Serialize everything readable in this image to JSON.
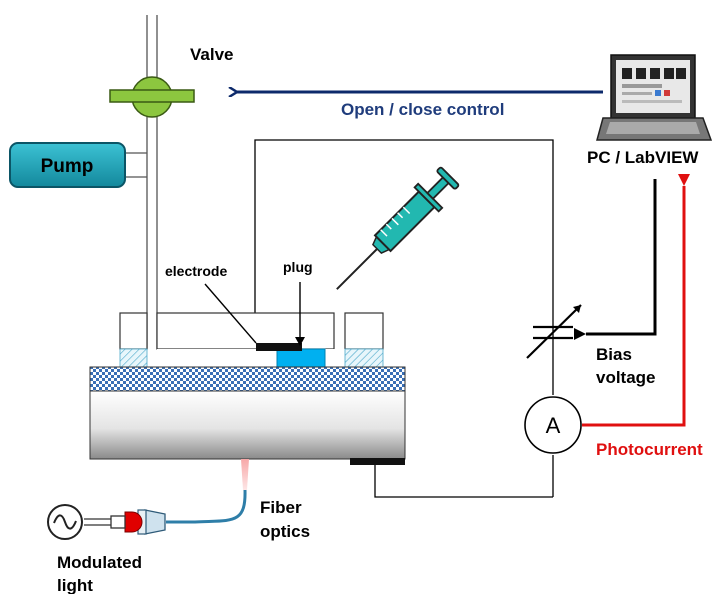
{
  "labels": {
    "valve": "Valve",
    "pump": "Pump",
    "open_close": "Open / close control",
    "pc": "PC / LabVIEW",
    "electrode": "electrode",
    "plug": "plug",
    "bias_line1": "Bias",
    "bias_line2": "voltage",
    "ammeter": "A",
    "photocurrent": "Photocurrent",
    "fiber_line1": "Fiber",
    "fiber_line2": "optics",
    "modulated_line1": "Modulated",
    "modulated_line2": "light"
  },
  "colors": {
    "control_arrow": "#0d2a6b",
    "open_close_text": "#1f3c7c",
    "photocurrent": "#e01010",
    "valve_green": "#8cc63f",
    "pump_fill": "#1a9bb0",
    "plug_fill": "#00b0f0",
    "syringe_fill": "#22b8b0",
    "fiber_cable": "#2e7ea8",
    "light_red": "#e00000"
  },
  "icons": {
    "computer": "laptop-icon",
    "syringe": "syringe-icon",
    "light_source": "ac-source-icon",
    "variable_resistor": "variable-bias-icon"
  }
}
